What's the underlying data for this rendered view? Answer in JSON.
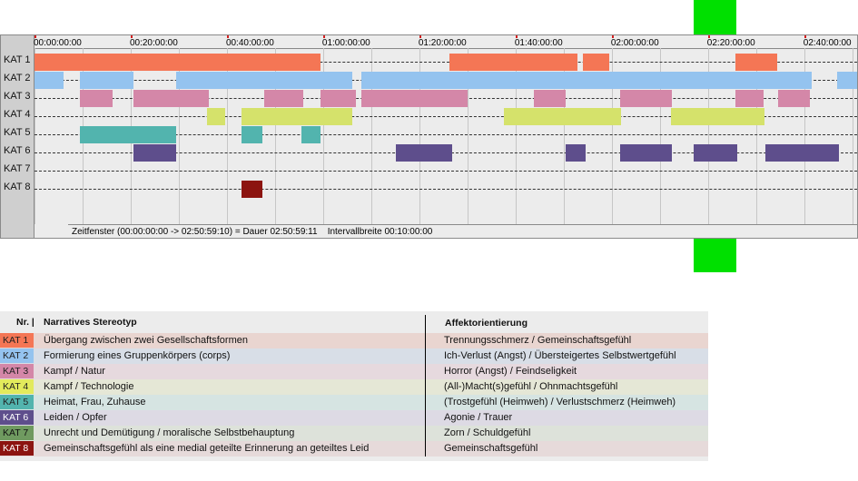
{
  "ticks": [
    "00:00:00:00",
    "00:20:00:00",
    "00:40:00:00",
    "01:00:00:00",
    "01:20:00:00",
    "01:40:00:00",
    "02:00:00:00",
    "02:20:00:00",
    "02:40:00:00"
  ],
  "total_minutes": 170.99,
  "categories": [
    {
      "label": "KAT 1",
      "color": "#f47655",
      "bars": [
        [
          0,
          59.4
        ],
        [
          86.2,
          112.9
        ],
        [
          113.9,
          119.4
        ],
        [
          145.7,
          154.3
        ]
      ]
    },
    {
      "label": "KAT 2",
      "color": "#94c3ef",
      "bars": [
        [
          0,
          6.1
        ],
        [
          9.4,
          20.5
        ],
        [
          29.4,
          66.1
        ],
        [
          68,
          161.6
        ],
        [
          166.8,
          171
        ]
      ]
    },
    {
      "label": "KAT 3",
      "color": "#d487a8",
      "bars": [
        [
          9.4,
          16.3
        ],
        [
          20.5,
          36.2
        ],
        [
          47.7,
          55.8
        ],
        [
          59.4,
          66.9
        ],
        [
          68,
          90.1
        ],
        [
          103.8,
          110.4
        ],
        [
          121.8,
          132.5
        ],
        [
          145.7,
          151.5
        ],
        [
          154.5,
          161.1
        ]
      ]
    },
    {
      "label": "KAT 4",
      "color": "#d5e26b",
      "bars": [
        [
          35.9,
          39.6
        ],
        [
          43,
          66.1
        ],
        [
          97.5,
          121.9
        ],
        [
          132.3,
          151.7
        ]
      ]
    },
    {
      "label": "KAT 5",
      "color": "#52b4ae",
      "bars": [
        [
          9.4,
          29.4
        ],
        [
          43,
          47.4
        ],
        [
          55.5,
          59.4
        ]
      ]
    },
    {
      "label": "KAT 6",
      "color": "#5e4e8c",
      "bars": [
        [
          20.5,
          29.4
        ],
        [
          75.1,
          86.8
        ],
        [
          110.4,
          114.6
        ],
        [
          121.8,
          132.5
        ],
        [
          137,
          146.1
        ],
        [
          151.9,
          167.2
        ]
      ]
    },
    {
      "label": "KAT 7",
      "color": "#6f9a60",
      "bars": []
    },
    {
      "label": "KAT 8",
      "color": "#8c1410",
      "bars": [
        [
          43,
          47.4
        ]
      ]
    }
  ],
  "footer": {
    "window": "Zeitfenster (00:00:00:00 -> 02:50:59:10) = Dauer 02:50:59:11",
    "interval": "Intervallbreite 00:10:00:00"
  },
  "legend": {
    "headers": {
      "nr": "Nr. |",
      "stereotyp": "Narratives Stereotyp",
      "affekt": "Affektorientierung"
    },
    "rows": [
      {
        "kat": "KAT 1",
        "stereotyp": "Übergang zwischen zwei Gesellschaftsformen",
        "affekt": "Trennungsschmerz / Gemeinschaftsgefühl",
        "bg": "#e9d5d0",
        "badge": "#f47655",
        "text": "#222"
      },
      {
        "kat": "KAT 2",
        "stereotyp": "Formierung eines Gruppenkörpers (corps)",
        "affekt": "Ich-Verlust (Angst) / Übersteigertes Selbstwertgefühl",
        "bg": "#d8dee7",
        "badge": "#94c3ef",
        "text": "#222"
      },
      {
        "kat": "KAT 3",
        "stereotyp": "Kampf / Natur",
        "affekt": "Horror (Angst) / Feindseligkeit",
        "bg": "#e6d9de",
        "badge": "#d487a8",
        "text": "#222"
      },
      {
        "kat": "KAT 4",
        "stereotyp": "Kampf / Technologie",
        "affekt": "(All-)Macht(s)gefühl / Ohnmachtsgefühl",
        "bg": "#e5e7d6",
        "badge": "#e2ea5c",
        "text": "#222"
      },
      {
        "kat": "KAT 5",
        "stereotyp": "Heimat, Frau, Zuhause",
        "affekt": "(Trostgefühl (Heimweh) / Verlustschmerz (Heimweh)",
        "bg": "#d6e4e2",
        "badge": "#52b4ae",
        "text": "#222"
      },
      {
        "kat": "KAT 6",
        "stereotyp": "Leiden / Opfer",
        "affekt": "Agonie / Trauer",
        "bg": "#dddae4",
        "badge": "#5e4e8c",
        "text": "#ffffff"
      },
      {
        "kat": "KAT 7",
        "stereotyp": "Unrecht und Demütigung / moralische Selbstbehauptung",
        "affekt": "Zorn / Schuldgefühl",
        "bg": "#dde2da",
        "badge": "#6f9a60",
        "text": "#111"
      },
      {
        "kat": "KAT 8",
        "stereotyp": "Gemeinschaftsgefühl als eine medial geteilte Erinnerung an geteiltes Leid",
        "affekt": "Gemeinschaftsgefühl",
        "bg": "#e6dada",
        "badge": "#8c1410",
        "text": "#ffffff"
      }
    ]
  }
}
